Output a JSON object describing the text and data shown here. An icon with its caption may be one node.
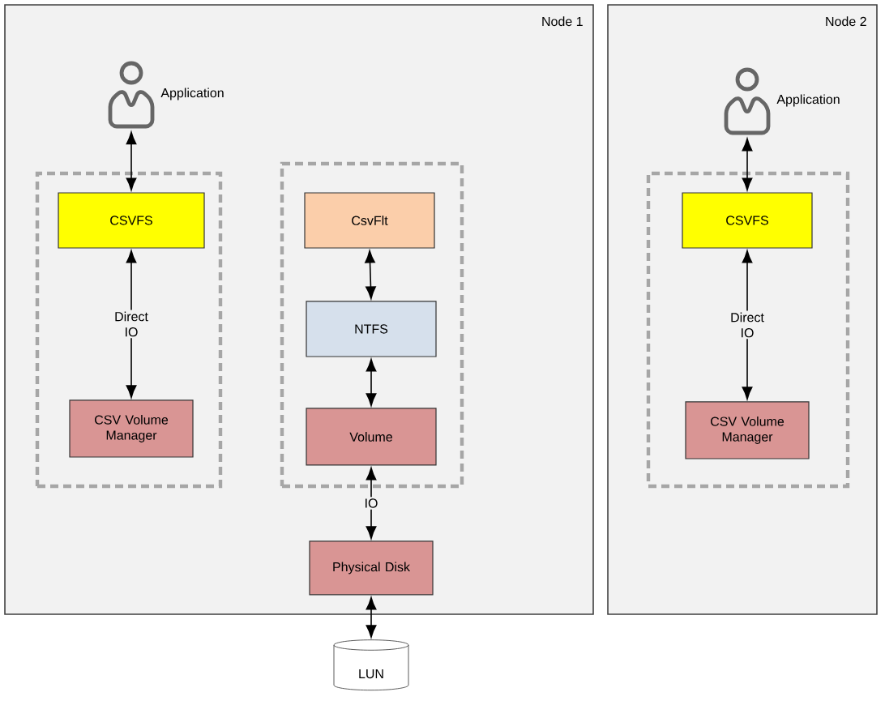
{
  "diagram": {
    "nodes": [
      {
        "text": [
          "Node 1"
        ]
      },
      {
        "text": [],
        "shape": "person",
        "beside": [
          "Application"
        ],
        "in": 0
      },
      {
        "text": [],
        "shape": "box",
        "in": 0
      },
      {
        "text": [
          "CSVFS"
        ],
        "in": 2
      },
      {
        "text": [
          "CSV Volume Manager"
        ],
        "in": 2
      },
      {
        "text": [],
        "shape": "box",
        "in": 0
      },
      {
        "text": [
          "CsvFlt"
        ],
        "in": 5
      },
      {
        "text": [
          "NTFS"
        ],
        "in": 5
      },
      {
        "text": [
          "Volume"
        ],
        "in": 5
      },
      {
        "text": [
          "Physical Disk"
        ],
        "in": 0
      },
      {
        "text": [
          "LUN"
        ]
      },
      {
        "text": [
          "Node 2"
        ]
      },
      {
        "text": [],
        "shape": "person",
        "beside": [
          "Application"
        ],
        "in": 11
      },
      {
        "text": [],
        "shape": "box",
        "in": 11
      },
      {
        "text": [
          "CSVFS"
        ],
        "in": 13
      },
      {
        "text": [
          "CSV Volume Manager"
        ],
        "in": 13
      }
    ],
    "edges": [
      {
        "from": 1,
        "to": 3,
        "arrow": "both"
      },
      {
        "from": 3,
        "to": 4,
        "arrow": "both",
        "label": "Direct IO"
      },
      {
        "from": 6,
        "to": 7,
        "arrow": "both"
      },
      {
        "from": 7,
        "to": 8,
        "arrow": "both"
      },
      {
        "from": 8,
        "to": 9,
        "arrow": "both",
        "label": "IO"
      },
      {
        "from": 9,
        "to": 10,
        "arrow": "both"
      },
      {
        "from": 12,
        "to": 14,
        "arrow": "both"
      },
      {
        "from": 14,
        "to": 15,
        "arrow": "both",
        "label": "Direct IO"
      }
    ]
  }
}
